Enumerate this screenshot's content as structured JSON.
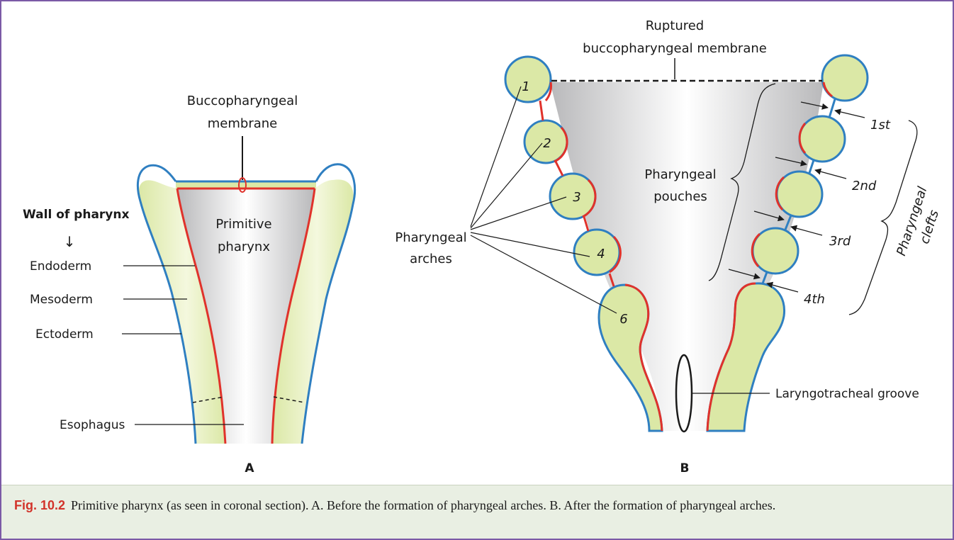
{
  "colors": {
    "frame_border": "#7b5aa6",
    "mesoderm_fill": "#dbe8a6",
    "ectoderm_line": "#2f7fc1",
    "endoderm_line": "#e0322b",
    "caption_bg": "#e9efe3",
    "caption_label": "#d2332a"
  },
  "panel_a": {
    "membrane_label": [
      "Buccopharyngeal",
      "membrane"
    ],
    "cavity_label": [
      "Primitive",
      "pharynx"
    ],
    "wall_heading": "Wall of pharynx",
    "arrow_glyph": "↓",
    "layers": {
      "endoderm": "Endoderm",
      "mesoderm": "Mesoderm",
      "ectoderm": "Ectoderm"
    },
    "esophagus": "Esophagus",
    "panel_letter": "A"
  },
  "panel_b": {
    "ruptured_label": [
      "Ruptured",
      "buccopharyngeal membrane"
    ],
    "arches_label": [
      "Pharyngeal",
      "arches"
    ],
    "arch_numbers": [
      "1",
      "2",
      "3",
      "4",
      "6"
    ],
    "pouches_label": [
      "Pharyngeal",
      "pouches"
    ],
    "clefts_label": [
      "Pharyngeal",
      "clefts"
    ],
    "cleft_ordinals": [
      "1st",
      "2nd",
      "3rd",
      "4th"
    ],
    "groove_label": "Laryngotracheal groove",
    "panel_letter": "B"
  },
  "caption": {
    "label": "Fig. 10.2",
    "text": "Primitive pharynx (as seen in coronal section). A. Before the formation of pharyngeal arches. B. After the formation of pharyngeal arches."
  }
}
